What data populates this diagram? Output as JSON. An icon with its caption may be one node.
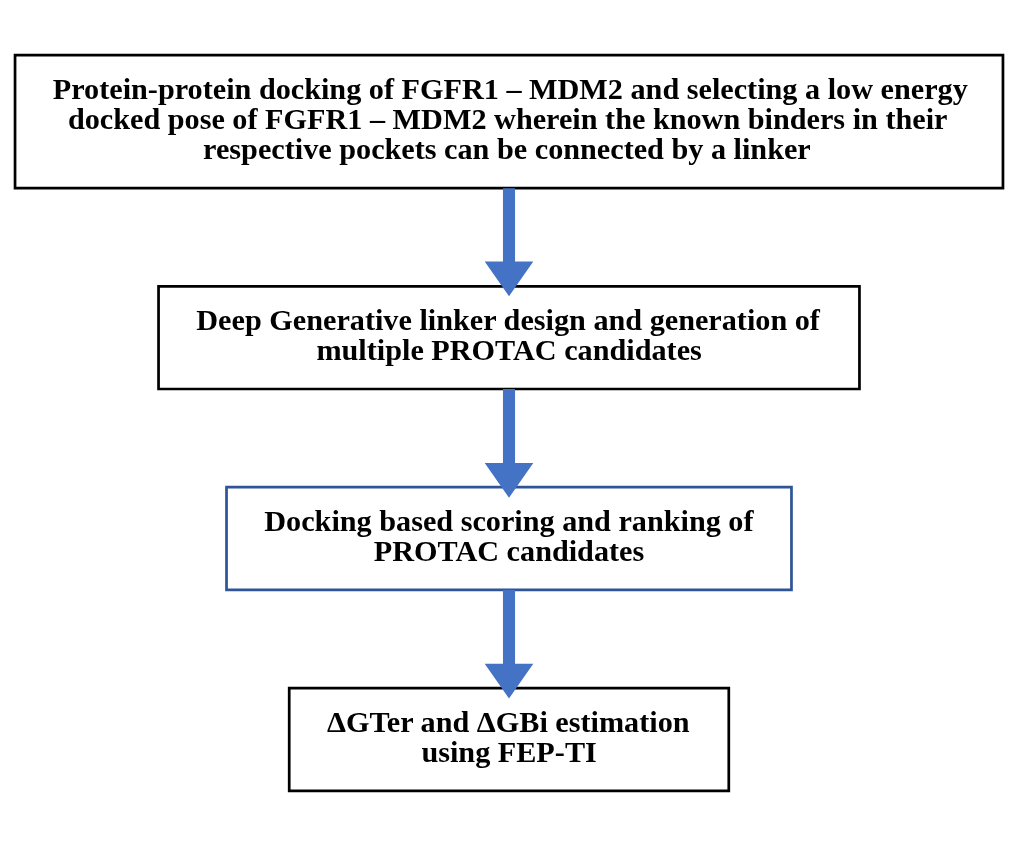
{
  "diagram": {
    "nodes": [
      {
        "text": [
          "Protein-protein docking of FGFR1 – MDM2 and selecting a low energy docked pose of FGFR1 – MDM2 wherein the known binders in their respective pockets can be connected by a linker"
        ]
      },
      {
        "text": [
          "Deep Generative linker design and generation of multiple PROTAC candidates"
        ]
      },
      {
        "text": [
          "Docking based scoring and ranking of PROTAC candidates"
        ]
      },
      {
        "text": [
          "ΔGTer and ΔGBi estimation using FEP-TI"
        ]
      }
    ],
    "edges": [
      {
        "from": 0,
        "to": 1,
        "arrow": "to"
      },
      {
        "from": 1,
        "to": 2,
        "arrow": "to"
      },
      {
        "from": 2,
        "to": 3,
        "arrow": "to"
      }
    ]
  }
}
